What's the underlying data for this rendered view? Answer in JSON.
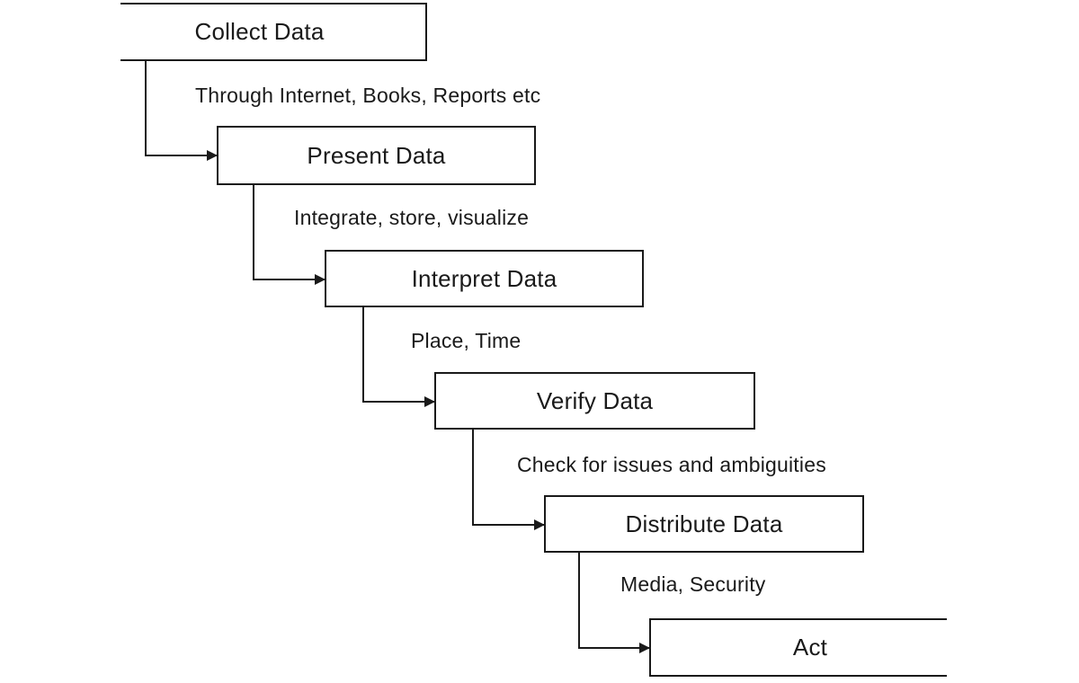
{
  "steps": [
    {
      "label": "Collect Data"
    },
    {
      "label": "Present Data"
    },
    {
      "label": "Interpret Data"
    },
    {
      "label": "Verify Data"
    },
    {
      "label": "Distribute Data"
    },
    {
      "label": "Act"
    }
  ],
  "transitions": [
    {
      "label": "Through Internet, Books, Reports etc"
    },
    {
      "label": "Integrate, store, visualize"
    },
    {
      "label": "Place, Time"
    },
    {
      "label": "Check for issues and ambiguities"
    },
    {
      "label": "Media, Security"
    }
  ],
  "colors": {
    "stroke": "#1a1a1a",
    "background": "#ffffff"
  }
}
